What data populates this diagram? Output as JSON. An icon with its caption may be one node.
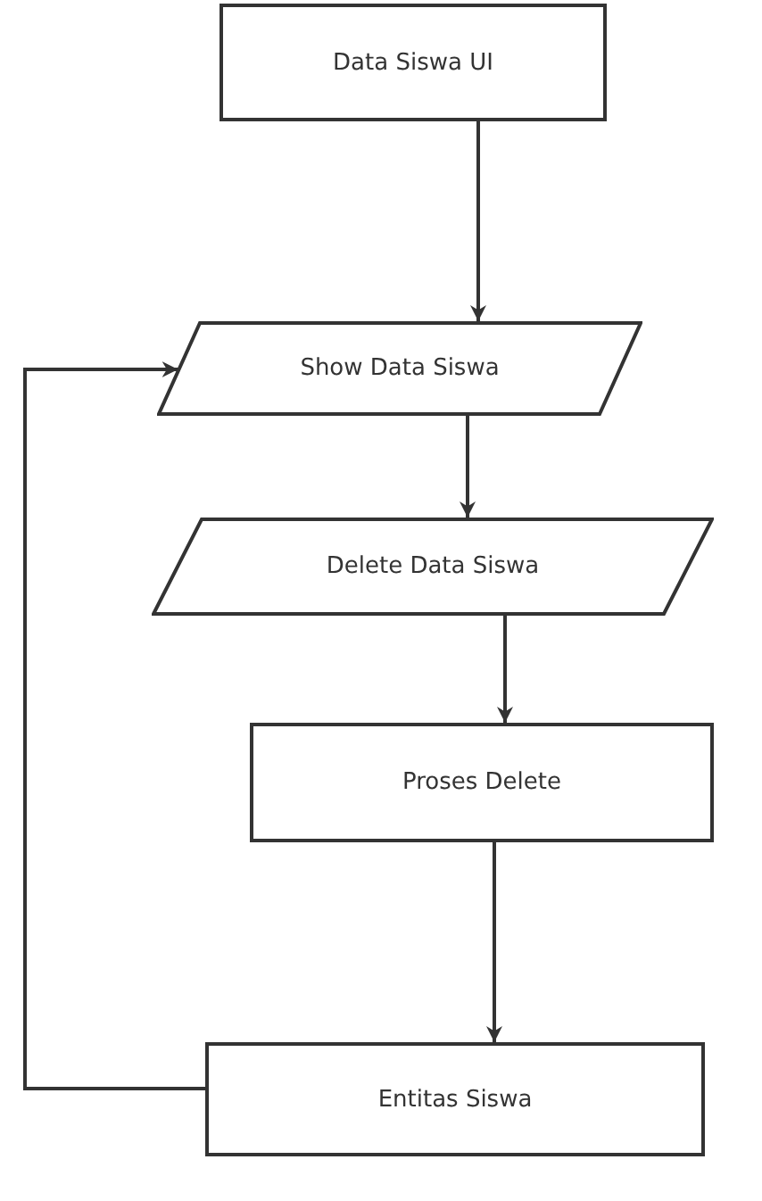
{
  "diagram": {
    "nodes": [
      {
        "text": [
          "Data Siswa UI"
        ]
      },
      {
        "text": [
          "Show Data Siswa"
        ]
      },
      {
        "text": [
          "Delete Data Siswa"
        ]
      },
      {
        "text": [
          "Proses Delete"
        ]
      },
      {
        "text": [
          "Entitas Siswa"
        ]
      }
    ],
    "edges": [
      {
        "from": 0,
        "to": 1,
        "arrow": "to"
      },
      {
        "from": 1,
        "to": 2,
        "arrow": "to"
      },
      {
        "from": 2,
        "to": 3,
        "arrow": "to"
      },
      {
        "from": 3,
        "to": 4,
        "arrow": "to"
      },
      {
        "from": 4,
        "to": 1,
        "arrow": "to"
      }
    ]
  }
}
